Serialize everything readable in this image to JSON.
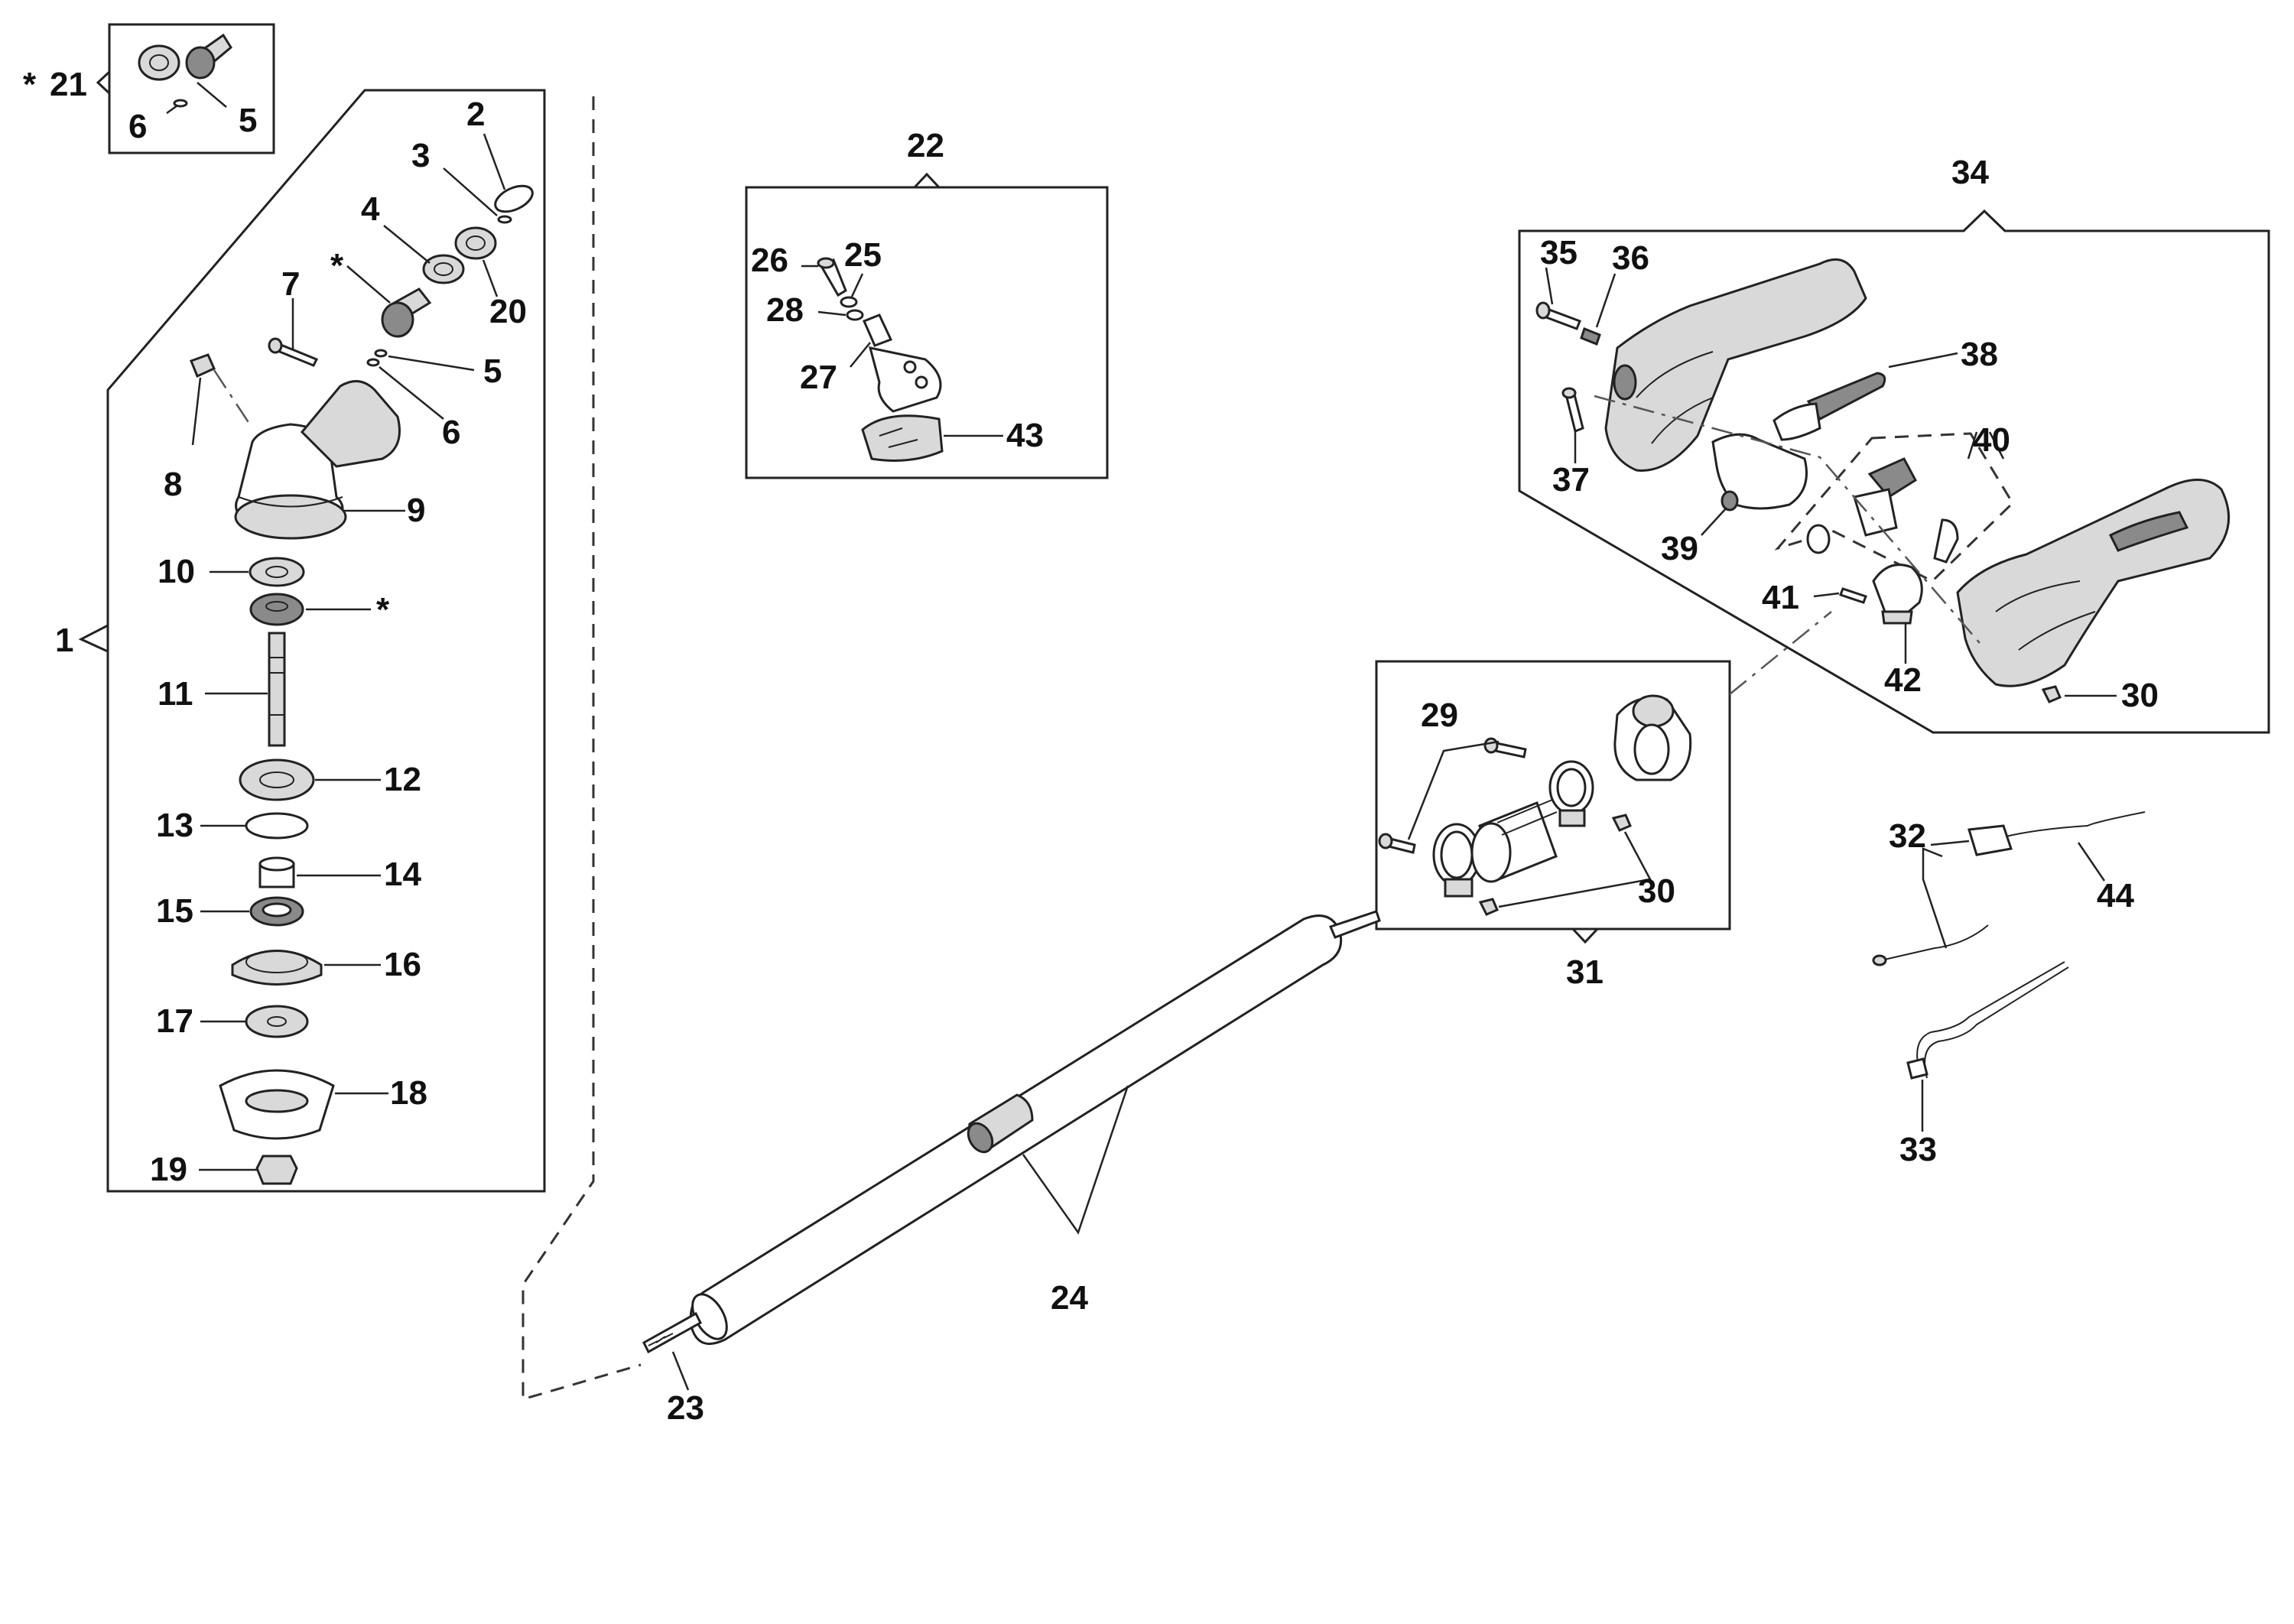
{
  "labels": {
    "l21": "21",
    "star21": "*",
    "l6a": "6",
    "l5a": "5",
    "l2": "2",
    "l3": "3",
    "l4": "4",
    "star4": "*",
    "l20": "20",
    "l7": "7",
    "l5b": "5",
    "l6b": "6",
    "l8": "8",
    "l9": "9",
    "l10": "10",
    "star10": "*",
    "l1": "1",
    "l11": "11",
    "l12": "12",
    "l13": "13",
    "l14": "14",
    "l15": "15",
    "l16": "16",
    "l17": "17",
    "l18": "18",
    "l19": "19",
    "l22": "22",
    "l26": "26",
    "l25": "25",
    "l28": "28",
    "l27": "27",
    "l43": "43",
    "l34": "34",
    "l35": "35",
    "l36": "36",
    "l38": "38",
    "l37": "37",
    "l40": "40",
    "l39": "39",
    "l41": "41",
    "l42": "42",
    "l30a": "30",
    "l29": "29",
    "l30b": "30",
    "l31": "31",
    "l32": "32",
    "l44": "44",
    "l33": "33",
    "l24": "24",
    "l23": "23"
  }
}
